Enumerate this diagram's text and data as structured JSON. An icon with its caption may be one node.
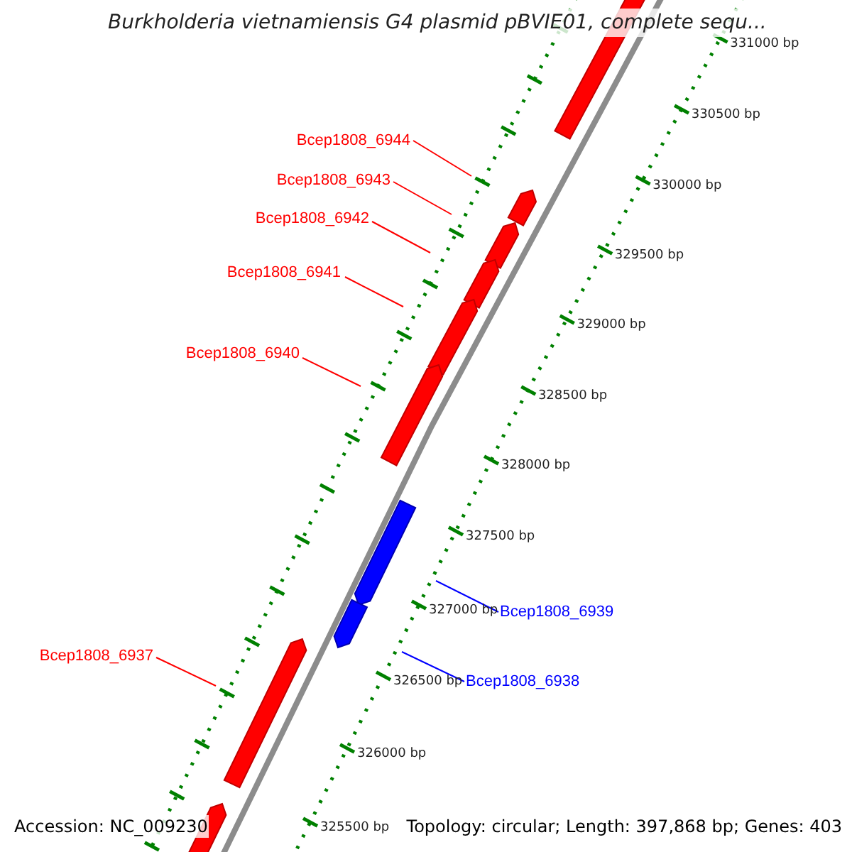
{
  "diagram": {
    "title": "Burkholderia vietnamiensis G4 plasmid pBVIE01, complete sequ...",
    "nodes": [
      {
        "text": [
          "Bcep1808_6944"
        ]
      },
      {
        "text": [
          "Bcep1808_6943"
        ]
      },
      {
        "text": [
          "Bcep1808_6942"
        ]
      },
      {
        "text": [
          "Bcep1808_6941"
        ]
      },
      {
        "text": [
          "Bcep1808_6940"
        ]
      },
      {
        "text": [
          "Bcep1808_6939"
        ]
      },
      {
        "text": [
          "Bcep1808_6937"
        ]
      },
      {
        "text": [
          "Bcep1808_6938"
        ]
      }
    ],
    "edges": [
      {
        "from": 0,
        "to": null,
        "arrow": "none"
      },
      {
        "from": 1,
        "to": null,
        "arrow": "none"
      },
      {
        "from": 2,
        "to": null,
        "arrow": "none"
      },
      {
        "from": 3,
        "to": null,
        "arrow": "none"
      },
      {
        "from": 4,
        "to": null,
        "arrow": "none"
      },
      {
        "from": 5,
        "to": null,
        "arrow": "none",
        "color": "#0000ff"
      },
      {
        "from": 6,
        "to": null,
        "arrow": "none"
      },
      {
        "from": 7,
        "to": null,
        "arrow": "none",
        "color": "#0000ff"
      }
    ],
    "labels": [
      "331000 bp",
      "330500 bp",
      "330000 bp",
      "329500 bp",
      "329000 bp",
      "328500 bp",
      "328000 bp",
      "327500 bp",
      "327000 bp",
      "326500 bp",
      "326000 bp",
      "325500 bp",
      "Accession: NC_009230",
      "Topology: circular; Length: 397,868 bp; Genes: 403"
    ]
  }
}
